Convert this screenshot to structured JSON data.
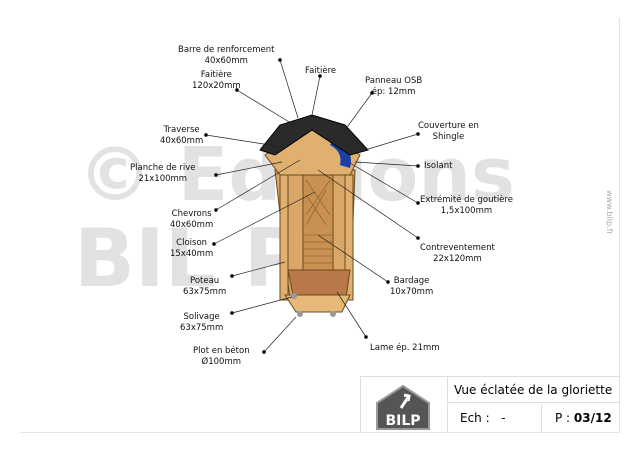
{
  "watermark": {
    "line1": "© Editions",
    "line2": "BIL P"
  },
  "side_url": "www.bilp.fr",
  "labels": {
    "barre": [
      "Barre de renforcement",
      "40x60mm"
    ],
    "faitiere_l": [
      "Faitière",
      "120x20mm"
    ],
    "faitiere_r": [
      "Faitière"
    ],
    "osb": [
      "Panneau OSB",
      "ép: 12mm"
    ],
    "traverse": [
      "Traverse",
      "40x60mm"
    ],
    "couverture": [
      "Couverture en",
      "Shingle"
    ],
    "planche": [
      "Planche de rive",
      "21x100mm"
    ],
    "isolant": [
      "Isolant"
    ],
    "gouttiere": [
      "Extrémité de goutière",
      "1,5x100mm"
    ],
    "chevrons": [
      "Chevrons",
      "40x60mm"
    ],
    "cloison": [
      "Cloison",
      "15x40mm"
    ],
    "contrevent": [
      "Contreventement",
      "22x120mm"
    ],
    "poteau": [
      "Poteau",
      "63x75mm"
    ],
    "bardage": [
      "Bardage",
      "10x70mm"
    ],
    "solivage": [
      "Solivage",
      "63x75mm"
    ],
    "lame": [
      "Lame ép. 21mm"
    ],
    "plot": [
      "Plot en  béton",
      "Ø100mm"
    ]
  },
  "title_block": {
    "logo": "BILP",
    "title": "Vue éclatée de la gloriette",
    "ech_label": "Ech :",
    "ech_value": "-",
    "page_label": "P :",
    "page_value": "03/12"
  }
}
